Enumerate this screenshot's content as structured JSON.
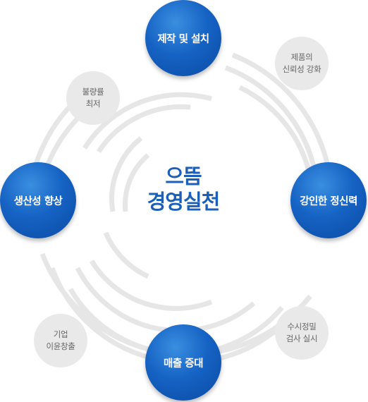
{
  "center": {
    "line1": "으뜸",
    "line2": "경영실천"
  },
  "main_nodes": {
    "top": "제작 및 설치",
    "left": "생산성 향상",
    "right": "강인한 정신력",
    "bottom": "매출 증대"
  },
  "sub_nodes": {
    "top_right": {
      "line1": "제품의",
      "line2": "신뢰성 강화"
    },
    "top_left": {
      "line1": "불량률",
      "line2": "최저"
    },
    "bottom_right": {
      "line1": "수시정밀",
      "line2": "검사 실시"
    },
    "bottom_left": {
      "line1": "기업",
      "line2": "이윤창출"
    }
  },
  "colors": {
    "main_blue": "#1663c4",
    "arc_gray": "#e6e6e6",
    "sub_gray": "#e9e9e9",
    "title_blue": "#1b5fb8"
  }
}
